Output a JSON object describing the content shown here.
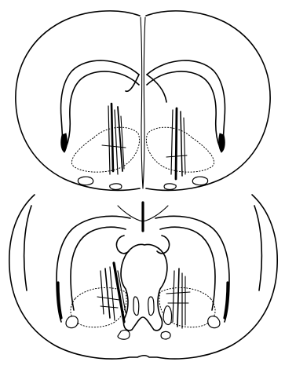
{
  "figure": {
    "description_icon": "coronal-brain-section-diagrams",
    "line_color": "#000000",
    "background_color": "#ffffff",
    "sections": [
      {
        "id": "upper"
      },
      {
        "id": "lower"
      }
    ]
  }
}
